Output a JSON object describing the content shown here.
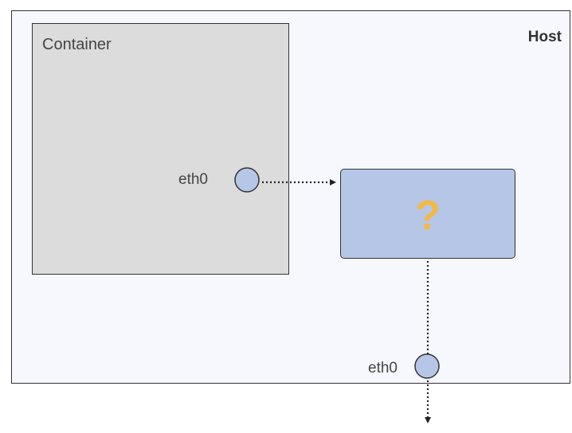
{
  "host": {
    "label": "Host"
  },
  "container": {
    "label": "Container",
    "interface_label": "eth0"
  },
  "unknown_device": {
    "label": "?",
    "color": "#f2b94a",
    "fill": "#b6c6e6"
  },
  "host_interface": {
    "label": "eth0"
  },
  "colors": {
    "interface_fill": "#b6c6e6",
    "stroke": "#333333"
  }
}
